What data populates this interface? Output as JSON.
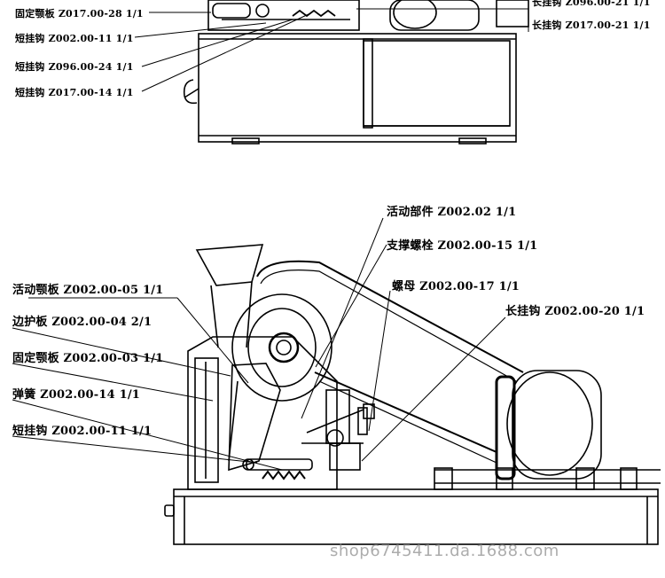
{
  "top_labels": [
    {
      "text": "固定颚板 Z017.00-28 1/1"
    },
    {
      "text": "短挂钩 Z002.00-11 1/1"
    },
    {
      "text": "短挂钩 Z096.00-24 1/1"
    },
    {
      "text": "短挂钩 Z017.00-14 1/1"
    },
    {
      "text": "长挂钩 Z096.00-21 1/1"
    },
    {
      "text": "长挂钩 Z017.00-21 1/1"
    }
  ],
  "right_labels": [
    {
      "text": "活动部件 Z002.02 1/1"
    },
    {
      "text": "支撑螺栓 Z002.00-15 1/1"
    },
    {
      "text": "螺母 Z002.00-17 1/1"
    },
    {
      "text": "长挂钩 Z002.00-20 1/1"
    }
  ],
  "left_labels": [
    {
      "text": "活动颚板 Z002.00-05 1/1"
    },
    {
      "text": "边护板 Z002.00-04 2/1"
    },
    {
      "text": "固定颚板 Z002.00-03 1/1"
    },
    {
      "text": "弹簧 Z002.00-14 1/1"
    },
    {
      "text": "短挂钩 Z002.00-11 1/1"
    }
  ],
  "watermark": "shop6745411.da.1688.com"
}
